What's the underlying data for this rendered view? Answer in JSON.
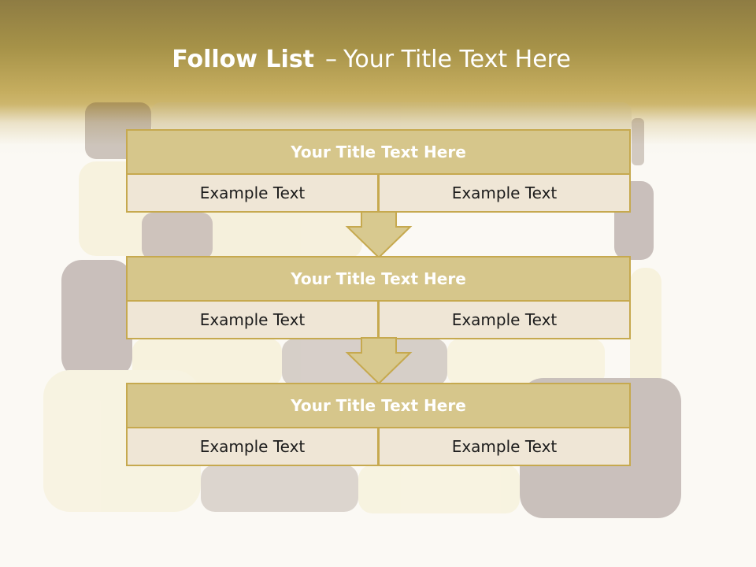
{
  "title": {
    "main": "Follow List",
    "dash": "–",
    "sub": "Your Title Text Here"
  },
  "steps": [
    {
      "title": "Your Title Text Here",
      "left": "Example Text",
      "right": "Example Text"
    },
    {
      "title": "Your Title Text Here",
      "left": "Example Text",
      "right": "Example Text"
    },
    {
      "title": "Your Title Text Here",
      "left": "Example Text",
      "right": "Example Text"
    }
  ],
  "colors": {
    "header_top": "#8e7c43",
    "header_bottom": "#c5ad5f",
    "block_fill": "#d6c68b",
    "cell_fill": "#efe6d6",
    "border": "#c6a94f",
    "arrow_fill": "#d8c98f"
  }
}
